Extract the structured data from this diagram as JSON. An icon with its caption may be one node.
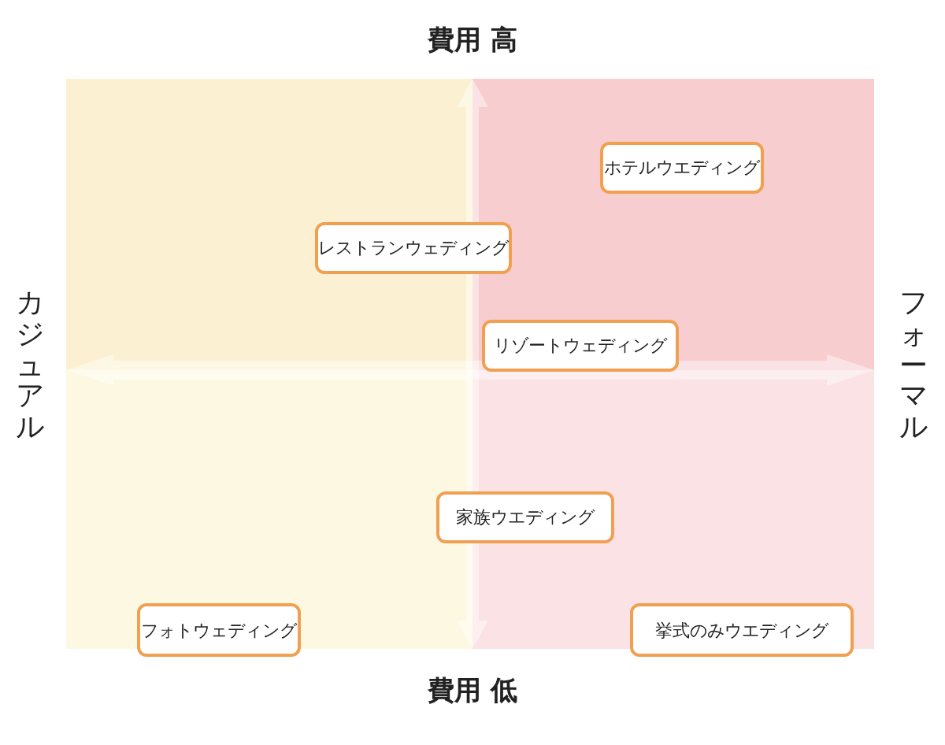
{
  "diagram": {
    "nodes": [
      {
        "text": [
          "ホテルウエディング"
        ]
      },
      {
        "text": [
          "レストランウェディング"
        ]
      },
      {
        "text": [
          "リゾートウェディング"
        ]
      },
      {
        "text": [
          "家族ウエディング"
        ]
      },
      {
        "text": [
          "フォトウェディング"
        ]
      },
      {
        "text": [
          "挙式のみウエディング"
        ]
      }
    ],
    "labels": [
      "費用 高",
      "カジュアル",
      "フォーマル",
      "費用 低"
    ]
  }
}
